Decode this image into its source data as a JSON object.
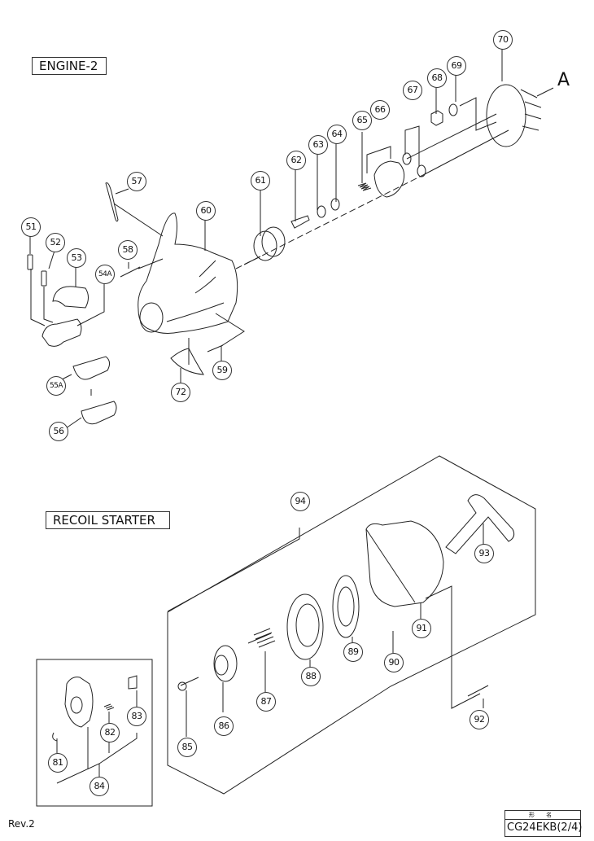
{
  "sections": {
    "engine": {
      "title": "ENGINE-2"
    },
    "recoil": {
      "title": "RECOIL STARTER"
    }
  },
  "engine_callouts": [
    "51",
    "52",
    "53",
    "54A",
    "55A",
    "56",
    "57",
    "58",
    "59",
    "60",
    "61",
    "62",
    "63",
    "64",
    "65",
    "66",
    "67",
    "68",
    "69",
    "70",
    "72"
  ],
  "recoil_callouts": [
    "81",
    "82",
    "83",
    "84",
    "85",
    "86",
    "87",
    "88",
    "89",
    "90",
    "91",
    "92",
    "93",
    "94"
  ],
  "marker_a": "A",
  "revision": "Rev.2",
  "title_block": {
    "header": "形 名",
    "model": "CG24EKB(2/4)"
  }
}
